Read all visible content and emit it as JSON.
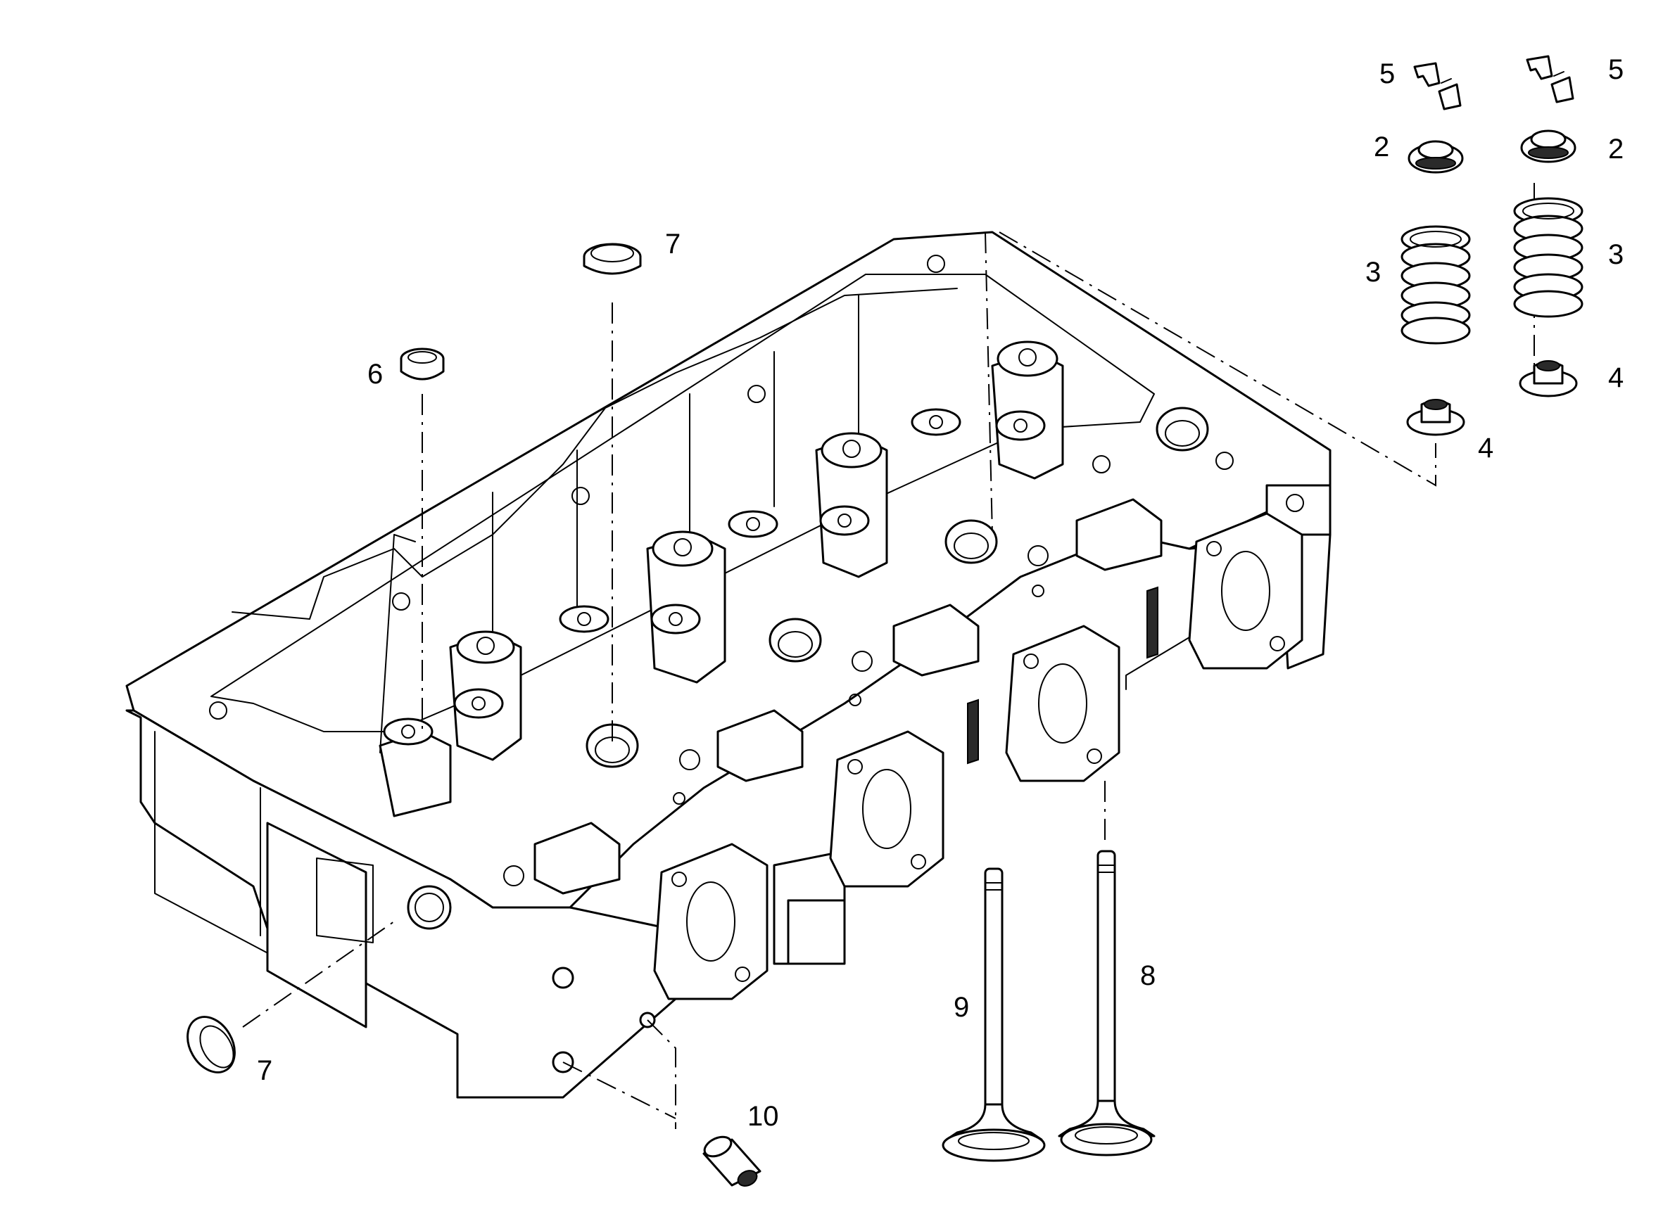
{
  "callouts": {
    "valve_spring_retainer_left": "2",
    "valve_spring_retainer_right": "2",
    "valve_spring_left": "3",
    "valve_spring_right": "3",
    "valve_stem_seal_left": "4",
    "valve_stem_seal_right": "4",
    "valve_keeper_left": "5",
    "valve_keeper_right": "5",
    "small_plug": "6",
    "plug_top": "7",
    "plug_bottom": "7",
    "valve_long": "8",
    "valve_short": "9",
    "dowel_pin": "10"
  }
}
